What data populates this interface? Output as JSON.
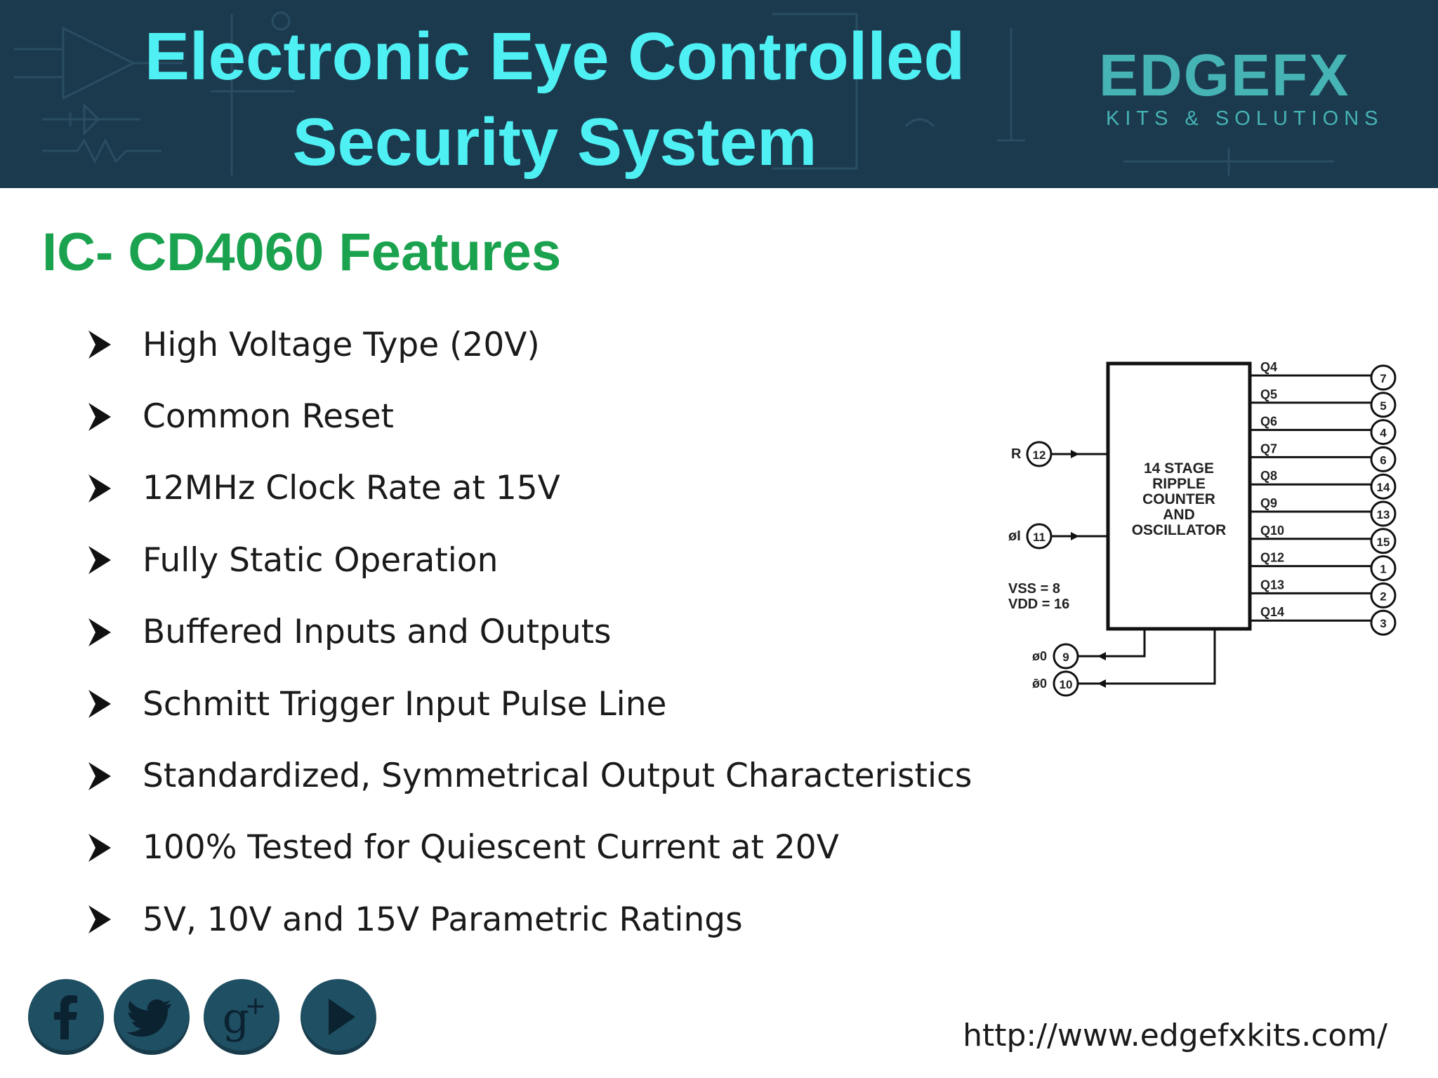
{
  "header": {
    "title_line1": "Electronic Eye Controlled",
    "title_line2": "Security System",
    "logo_word": "EDGEFX",
    "logo_sub": "KITS & SOLUTIONS"
  },
  "subtitle": "IC- CD4060 Features",
  "features": [
    "High Voltage Type (20V)",
    "Common Reset",
    "12MHz Clock Rate at 15V",
    "Fully Static Operation",
    "Buffered Inputs and Outputs",
    "Schmitt Trigger Input Pulse Line",
    "Standardized, Symmetrical Output Characteristics",
    "100% Tested for Quiescent Current at 20V",
    "5V, 10V and 15V Parametric Ratings"
  ],
  "diagram": {
    "block_lines": [
      "14 STAGE",
      "RIPPLE",
      "COUNTER",
      "AND",
      "OSCILLATOR"
    ],
    "outputs": [
      {
        "label": "Q4",
        "pin": "7"
      },
      {
        "label": "Q5",
        "pin": "5"
      },
      {
        "label": "Q6",
        "pin": "4"
      },
      {
        "label": "Q7",
        "pin": "6"
      },
      {
        "label": "Q8",
        "pin": "14"
      },
      {
        "label": "Q9",
        "pin": "13"
      },
      {
        "label": "Q10",
        "pin": "15"
      },
      {
        "label": "Q12",
        "pin": "1"
      },
      {
        "label": "Q13",
        "pin": "2"
      },
      {
        "label": "Q14",
        "pin": "3"
      }
    ],
    "reset": {
      "label": "R",
      "pin": "12"
    },
    "clock": {
      "label": "øI",
      "pin": "11"
    },
    "phi0": {
      "label": "ø0",
      "pin": "9"
    },
    "phi0bar": {
      "label": "ø̄0",
      "pin": "10"
    },
    "vss": "VSS = 8",
    "vdd": "VDD = 16"
  },
  "social": [
    "facebook-icon",
    "twitter-icon",
    "google-plus-icon",
    "youtube-play-icon"
  ],
  "url": "http://www.edgefxkits.com/",
  "colors": {
    "header_bg": "#1b3a4e",
    "title": "#4ff0f4",
    "subtitle": "#1aa24e",
    "logo": "#46b3b5",
    "social_bg": "#1f4f63"
  }
}
